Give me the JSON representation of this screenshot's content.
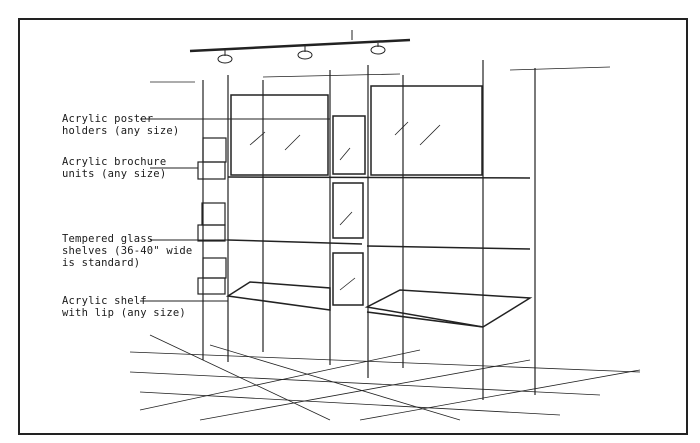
{
  "labels": {
    "poster": {
      "line1": "Acrylic poster",
      "line2": "holders (any size)"
    },
    "brochure": {
      "line1": "Acrylic brochure",
      "line2": "units (any size)"
    },
    "glass": {
      "line1": "Tempered glass",
      "line2": "shelves (36-40\" wide",
      "line3": "is standard)"
    },
    "shelf": {
      "line1": "Acrylic shelf",
      "line2": "with lip (any size)"
    }
  }
}
